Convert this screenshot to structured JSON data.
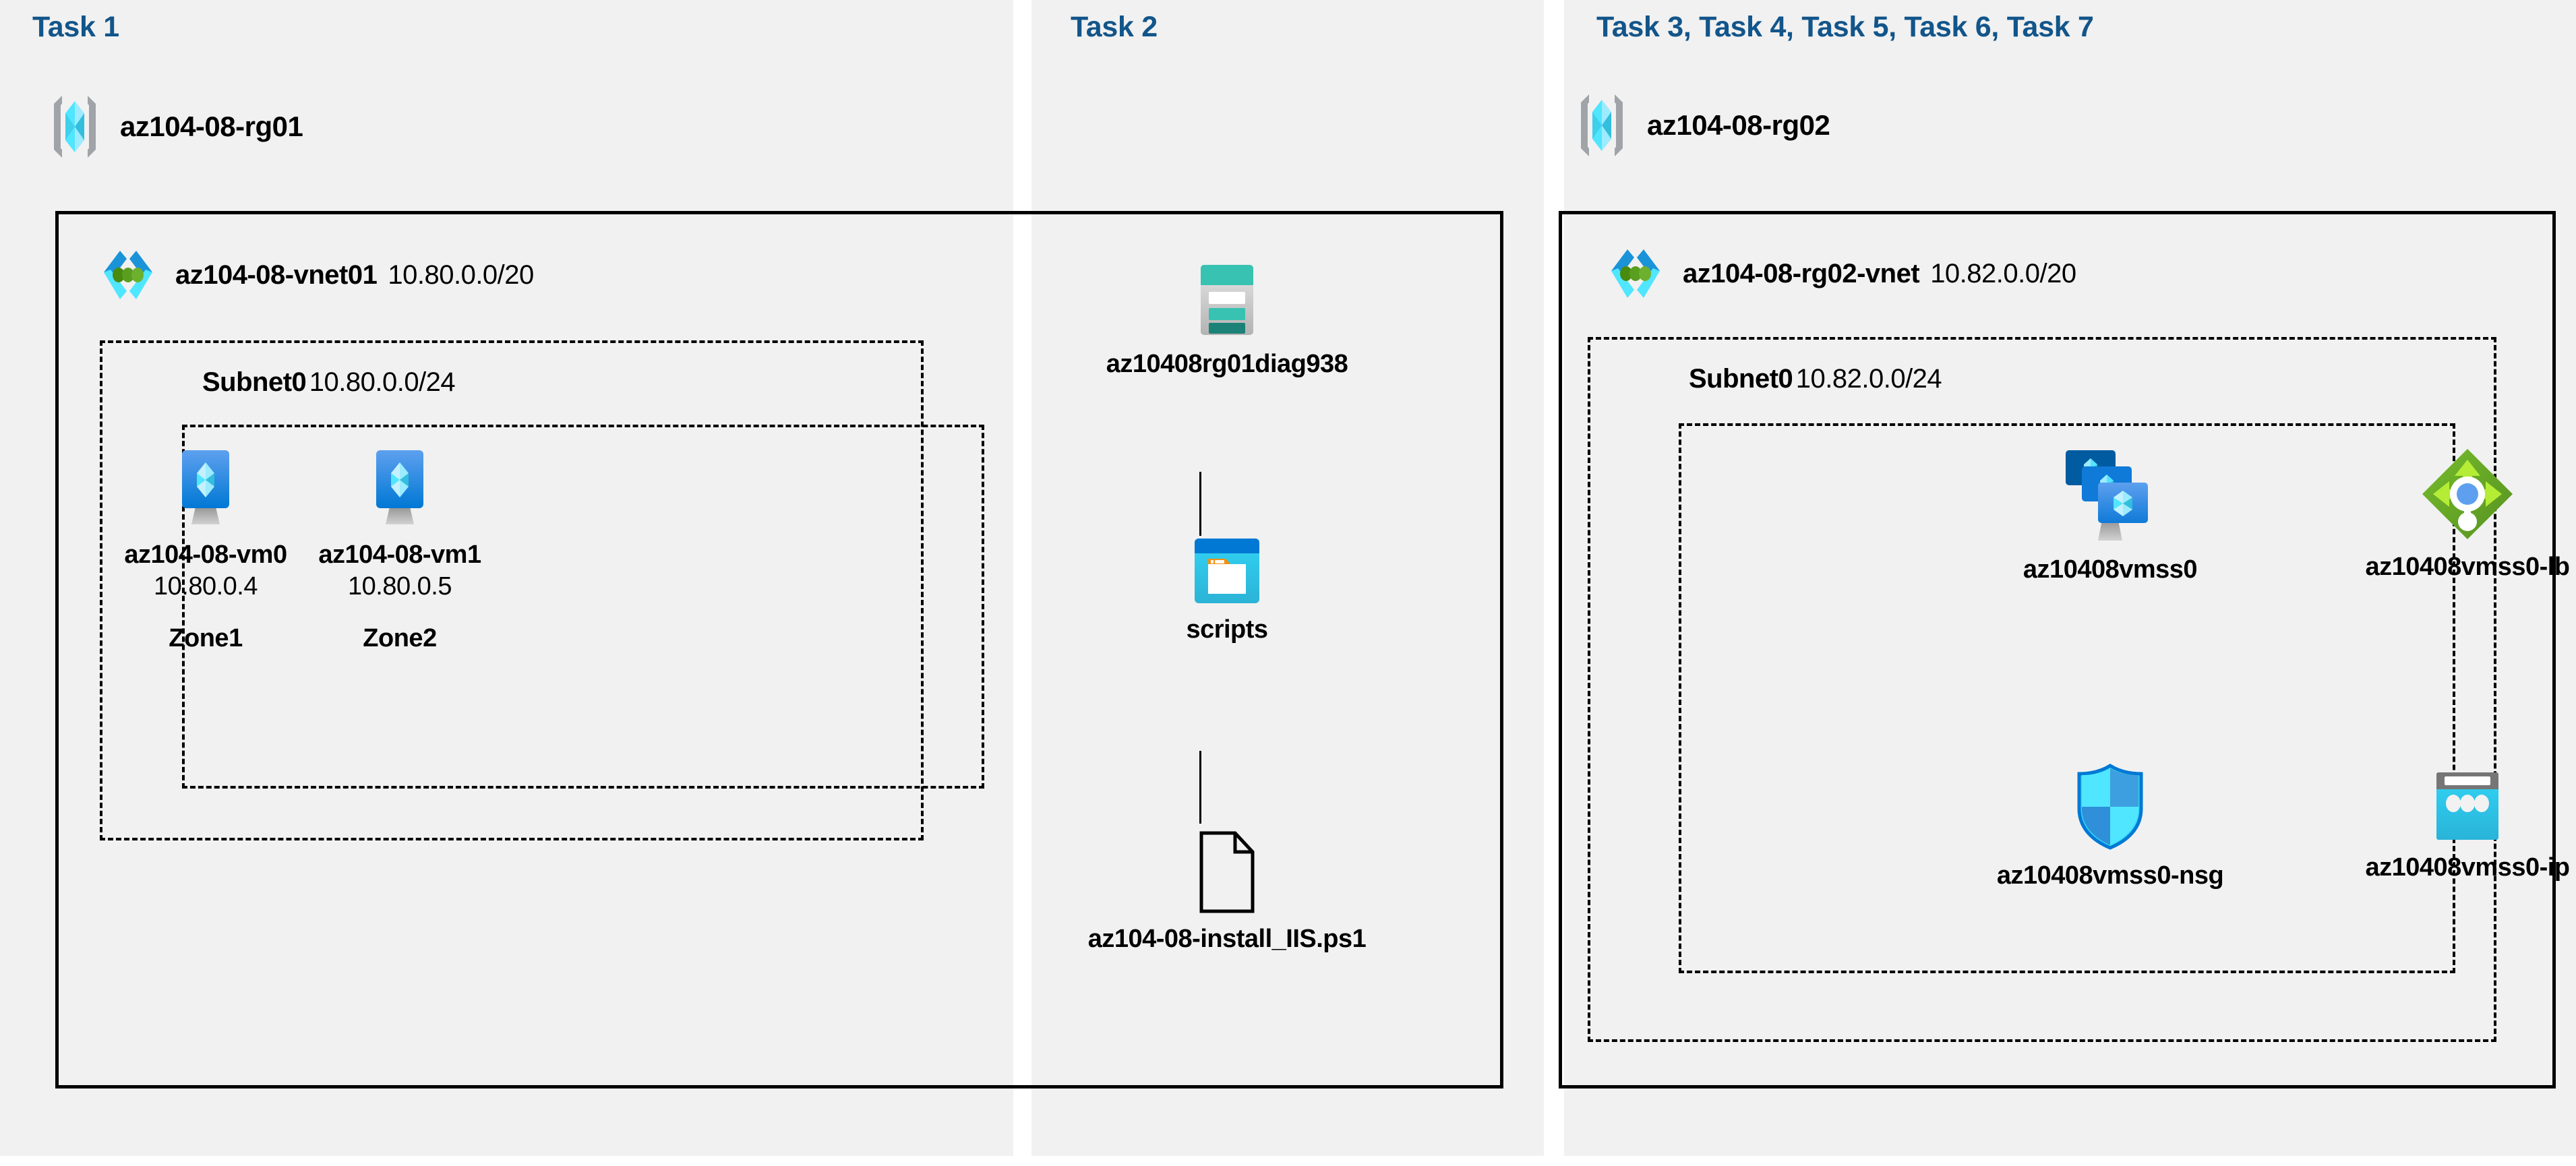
{
  "panels": {
    "task1": {
      "label": "Task 1"
    },
    "task2": {
      "label": "Task 2"
    },
    "task3": {
      "label": "Task 3, Task 4, Task 5, Task 6, Task 7"
    }
  },
  "resource_groups": [
    {
      "name": "az104-08-rg01",
      "icon": "resource-group-icon"
    },
    {
      "name": "az104-08-rg02",
      "icon": "resource-group-icon"
    }
  ],
  "vnets": [
    {
      "name": "az104-08-vnet01",
      "cidr": "10.80.0.0/20",
      "icon": "virtual-network-icon"
    },
    {
      "name": "az104-08-rg02-vnet",
      "cidr": "10.82.0.0/20",
      "icon": "virtual-network-icon"
    }
  ],
  "subnets": [
    {
      "name": "Subnet0",
      "cidr": "10.80.0.0/24"
    },
    {
      "name": "Subnet0",
      "cidr": "10.82.0.0/24"
    }
  ],
  "virtual_machines": [
    {
      "name": "az104-08-vm0",
      "ip": "10.80.0.4",
      "zone": "Zone1",
      "icon": "virtual-machine-icon"
    },
    {
      "name": "az104-08-vm1",
      "ip": "10.80.0.5",
      "zone": "Zone2",
      "icon": "virtual-machine-icon"
    }
  ],
  "storage": {
    "account": {
      "name": "az10408rg01diag938",
      "icon": "storage-account-icon"
    },
    "container": {
      "name": "scripts",
      "icon": "blob-container-icon"
    },
    "file": {
      "name": "az104-08-install_IIS.ps1",
      "icon": "file-icon"
    }
  },
  "scale_set_resources": [
    {
      "name": "az10408vmss0",
      "icon": "vm-scale-set-icon"
    },
    {
      "name": "az10408vmss0-lb",
      "icon": "load-balancer-icon"
    },
    {
      "name": "az10408vmss0-nsg",
      "icon": "network-security-group-icon"
    },
    {
      "name": "az10408vmss0-ip",
      "icon": "public-ip-address-icon"
    }
  ],
  "colors": {
    "task_label": "#12558a",
    "panel_background": "#f1f1f1",
    "page_background": "#ffffff",
    "border": "#000000",
    "azure_blue": "#0078d4",
    "azure_cyan": "#50e6ff",
    "storage_teal": "#37c2b1",
    "lb_green": "#5e9624",
    "vmss_dark_blue": "#005ba1"
  }
}
